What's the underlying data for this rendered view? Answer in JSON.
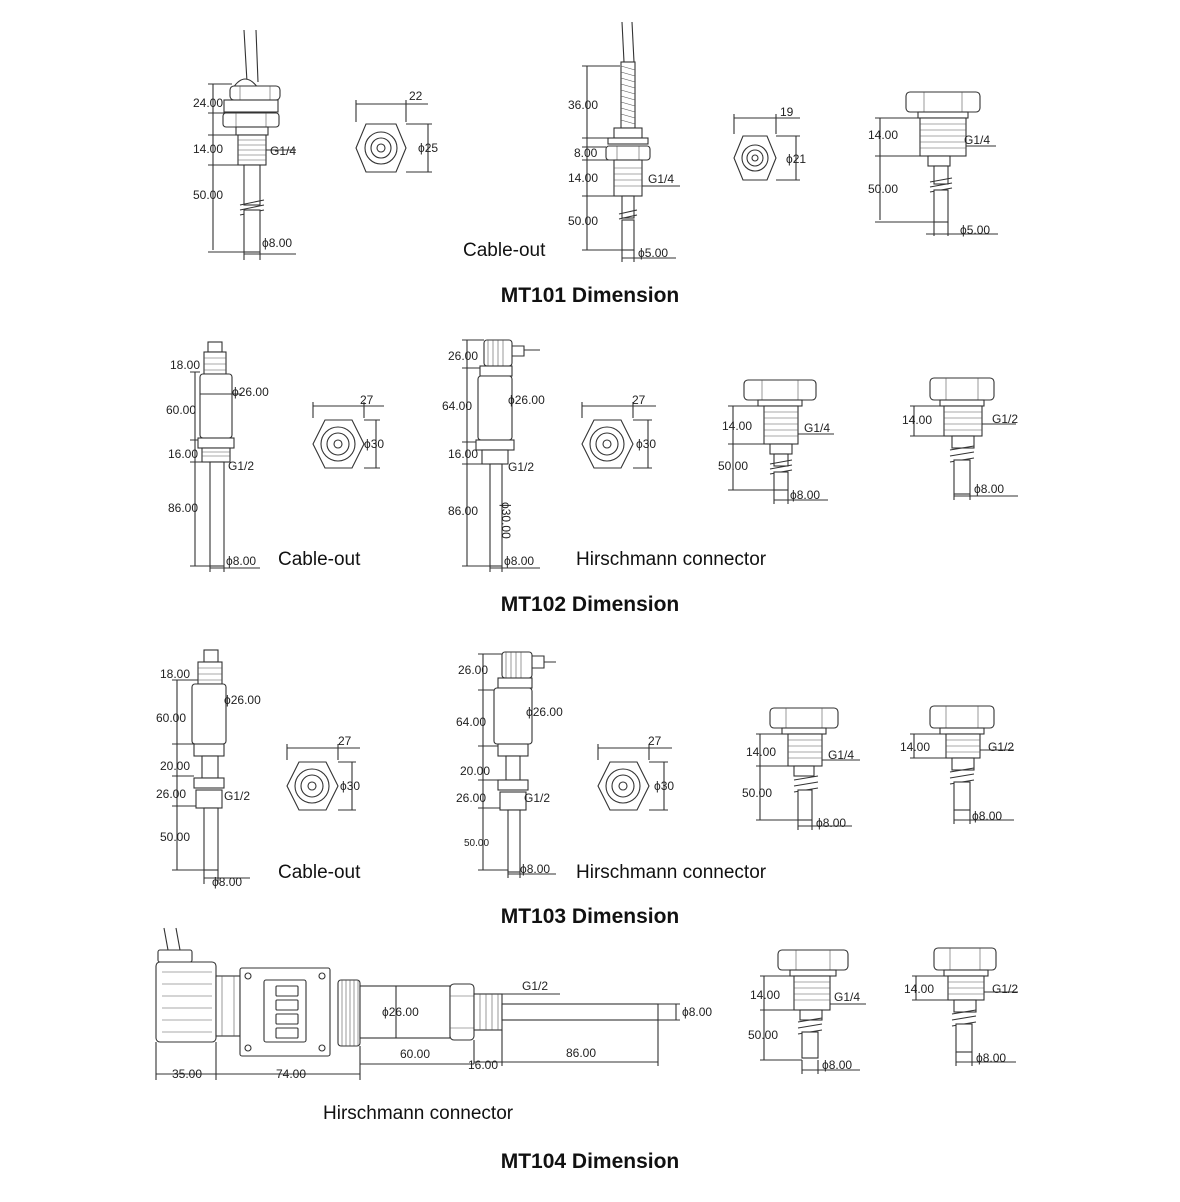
{
  "mt101": {
    "title": "MT101 Dimension",
    "caption": "Cable-out",
    "left": {
      "d1": "24.00",
      "d2": "14.00",
      "d3": "50.00",
      "thread": "G1/4",
      "dia": "ϕ8.00",
      "hex_w": "22",
      "hex_d": "ϕ25"
    },
    "mid": {
      "d1": "36.00",
      "d2": "8.00",
      "d3": "14.00",
      "d4": "50.00",
      "thread": "G1/4",
      "dia": "ϕ5.00",
      "hex_w": "19",
      "hex_d": "ϕ21"
    },
    "right": {
      "d1": "14.00",
      "d2": "50.00",
      "thread": "G1/4",
      "dia": "ϕ5.00"
    }
  },
  "mt102": {
    "title": "MT102 Dimension",
    "caption_left": "Cable-out",
    "caption_right": "Hirschmann connector",
    "left": {
      "d1": "18.00",
      "d2": "60.00",
      "d3": "16.00",
      "d4": "86.00",
      "body": "ϕ26.00",
      "thread": "G1/2",
      "dia": "ϕ8.00",
      "hex_w": "27",
      "hex_d": "ϕ30"
    },
    "mid": {
      "d1": "26.00",
      "d2": "64.00",
      "d3": "16.00",
      "d4": "86.00",
      "body": "ϕ26.00",
      "thread": "G1/2",
      "dia": "ϕ8.00",
      "vert": "ϕ30.00",
      "hex_w": "27",
      "hex_d": "ϕ30"
    },
    "fit1": {
      "d1": "14.00",
      "d2": "50.00",
      "thread": "G1/4",
      "dia": "ϕ8.00"
    },
    "fit2": {
      "d1": "14.00",
      "thread": "G1/2",
      "dia": "ϕ8.00"
    }
  },
  "mt103": {
    "title": "MT103 Dimension",
    "caption_left": "Cable-out",
    "caption_right": "Hirschmann connector",
    "left": {
      "d1": "18.00",
      "d2": "60.00",
      "d3": "20.00",
      "d4": "26.00",
      "d5": "50.00",
      "body": "ϕ26.00",
      "thread": "G1/2",
      "dia": "ϕ8.00",
      "hex_w": "27",
      "hex_d": "ϕ30"
    },
    "mid": {
      "d1": "26.00",
      "d2": "64.00",
      "d3": "20.00",
      "d4": "26.00",
      "d5": "50.00",
      "body": "ϕ26.00",
      "thread": "G1/2",
      "dia": "ϕ8.00",
      "hex_w": "27",
      "hex_d": "ϕ30"
    },
    "fit1": {
      "d1": "14.00",
      "d2": "50.00",
      "thread": "G1/4",
      "dia": "ϕ8.00"
    },
    "fit2": {
      "d1": "14.00",
      "thread": "G1/2",
      "dia": "ϕ8.00"
    }
  },
  "mt104": {
    "title": "MT104 Dimension",
    "caption": "Hirschmann connector",
    "main": {
      "thread": "G1/2",
      "body": "ϕ26.00",
      "dia": "ϕ8.00",
      "l1": "35.00",
      "l2": "74.00",
      "l3": "60.00",
      "l4": "16.00",
      "l5": "86.00"
    },
    "fit1": {
      "d1": "14.00",
      "d2": "50.00",
      "thread": "G1/4",
      "dia": "ϕ8.00"
    },
    "fit2": {
      "d1": "14.00",
      "thread": "G1/2",
      "dia": "ϕ8.00"
    }
  }
}
